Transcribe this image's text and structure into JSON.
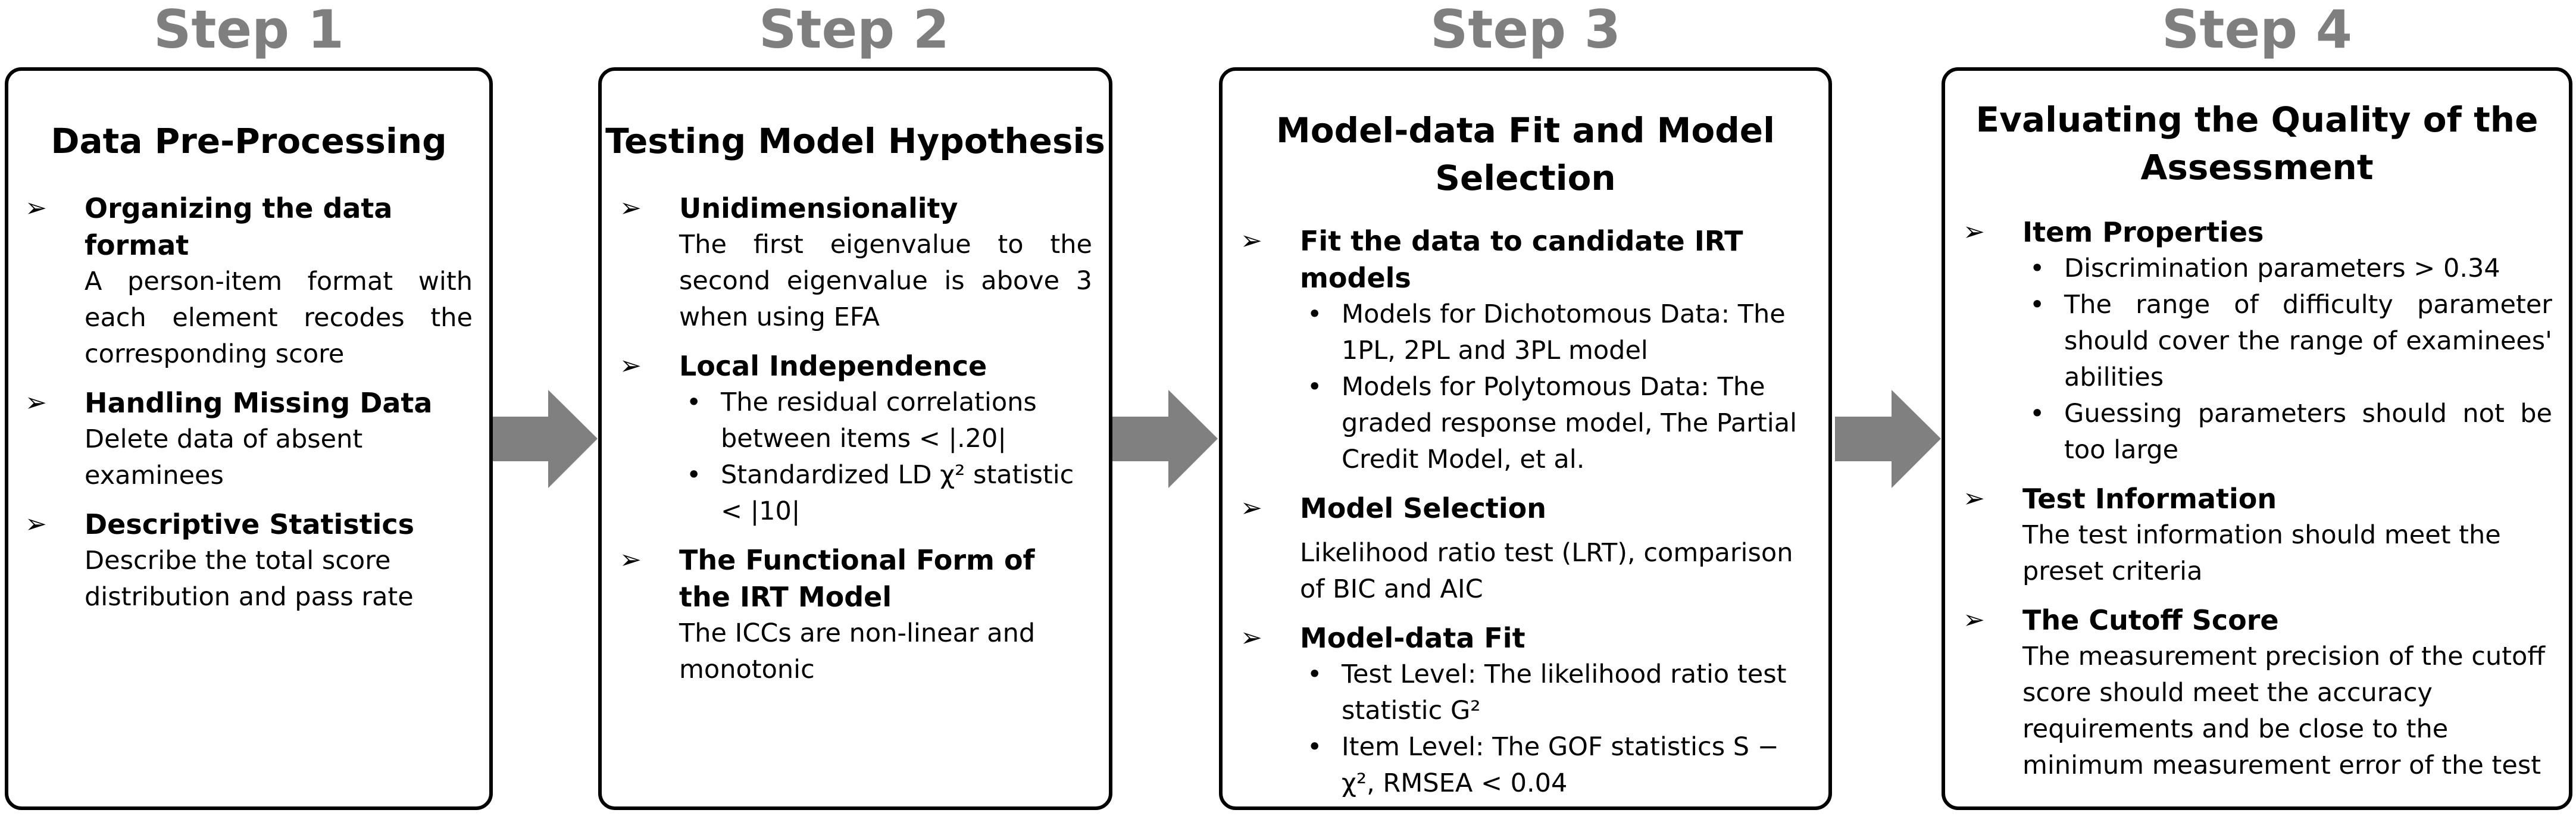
{
  "steps": [
    {
      "label": "Step 1",
      "title": "Data Pre-Processing",
      "sections": [
        {
          "heading": "Organizing the data format",
          "text": "A person-item format with each element recodes the corresponding score"
        },
        {
          "heading": "Handling Missing Data",
          "text": "Delete data of absent examinees"
        },
        {
          "heading": "Descriptive Statistics",
          "text": "Describe the total score distribution and pass rate"
        }
      ]
    },
    {
      "label": "Step 2",
      "title": "Testing Model Hypothesis",
      "sections": [
        {
          "heading": "Unidimensionality",
          "text": "The first eigenvalue to the second eigenvalue is above 3 when using EFA"
        },
        {
          "heading": "Local Independence",
          "bullets": [
            "The residual correlations between items < |.20|",
            "Standardized LD χ² statistic < |10|"
          ]
        },
        {
          "heading": "The Functional Form of the IRT Model",
          "text": "The ICCs are non-linear and monotonic"
        }
      ]
    },
    {
      "label": "Step 3",
      "title": "Model-data Fit and Model Selection",
      "sections": [
        {
          "heading": "Fit the data to candidate IRT models",
          "bullets": [
            "Models for Dichotomous Data: The 1PL, 2PL and 3PL model",
            "Models for Polytomous Data: The graded response model, The Partial Credit Model, et al."
          ]
        },
        {
          "heading": "Model Selection",
          "text": "Likelihood ratio test (LRT), comparison of BIC and AIC"
        },
        {
          "heading": "Model-data Fit",
          "bullets": [
            "Test Level: The likelihood ratio test statistic G²",
            "Item Level: The GOF statistics S − χ², RMSEA < 0.04"
          ]
        }
      ]
    },
    {
      "label": "Step 4",
      "title": "Evaluating the Quality of the Assessment",
      "sections": [
        {
          "heading": "Item Properties",
          "bullets": [
            "Discrimination parameters > 0.34",
            "The range of difficulty parameter should cover the range of examinees' abilities",
            "Guessing parameters should not be too large"
          ]
        },
        {
          "heading": "Test Information",
          "text": "The test information should meet the preset criteria"
        },
        {
          "heading": "The Cutoff Score",
          "text": "The measurement precision of the cutoff score should meet the accuracy requirements and be close to the minimum measurement error of the test"
        }
      ]
    }
  ],
  "colors": {
    "step_label": "#7f7f7f",
    "arrow": "#808080",
    "border": "#000000"
  }
}
